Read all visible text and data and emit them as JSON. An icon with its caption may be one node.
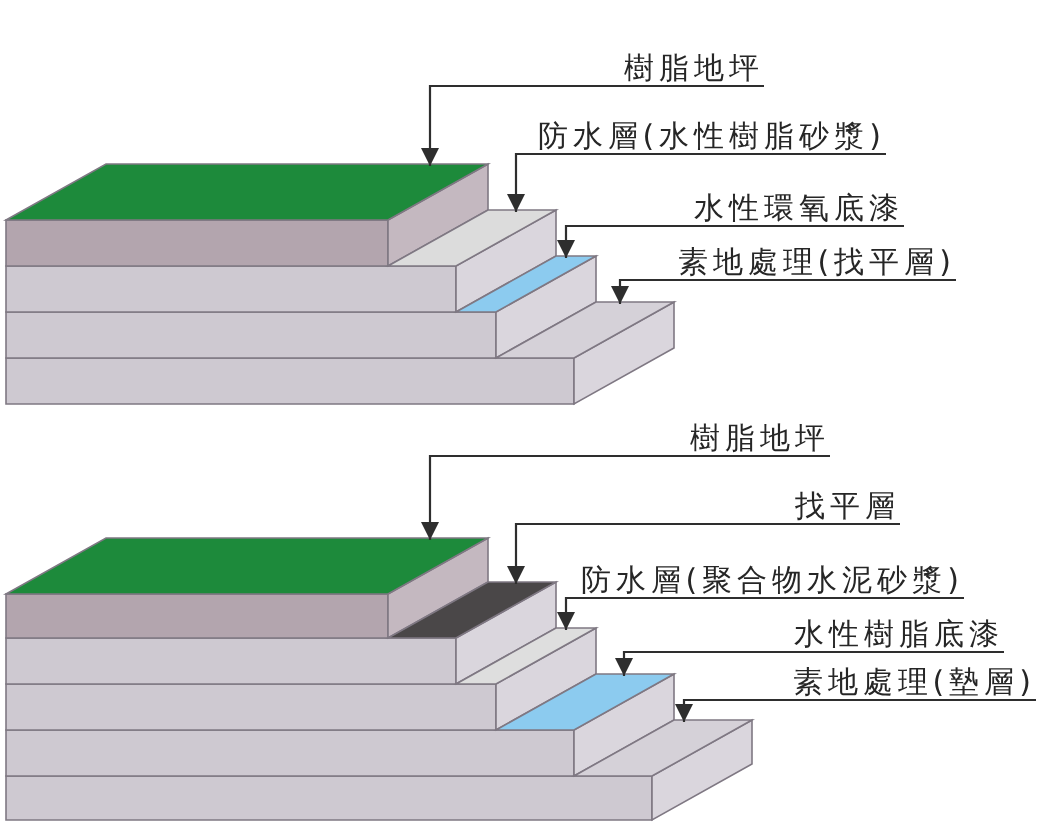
{
  "diagram": {
    "nodes": [
      {
        "text": [
          "樹脂地坪"
        ]
      },
      {
        "text": [
          "防水層(水性樹脂砂漿)"
        ]
      },
      {
        "text": [
          "水性環氧底漆"
        ]
      },
      {
        "text": [
          "素地處理(找平層)"
        ]
      },
      {
        "text": [],
        "shape": "box"
      },
      {
        "text": [],
        "shape": "box"
      },
      {
        "text": [],
        "shape": "box"
      },
      {
        "text": [],
        "shape": "box"
      },
      {
        "text": [
          "樹脂地坪"
        ]
      },
      {
        "text": [
          "找平層"
        ]
      },
      {
        "text": [
          "防水層(聚合物水泥砂漿)"
        ]
      },
      {
        "text": [
          "水性樹脂底漆"
        ]
      },
      {
        "text": [
          "素地處理(墊層)"
        ]
      },
      {
        "text": [],
        "shape": "box"
      },
      {
        "text": [],
        "shape": "box"
      },
      {
        "text": [],
        "shape": "box"
      },
      {
        "text": [],
        "shape": "box"
      },
      {
        "text": [],
        "shape": "box"
      }
    ],
    "edges": [
      {
        "from": 0,
        "to": 4,
        "arrow": "to"
      },
      {
        "from": 1,
        "to": 5,
        "arrow": "to"
      },
      {
        "from": 2,
        "to": 6,
        "arrow": "to"
      },
      {
        "from": 3,
        "to": 7,
        "arrow": "to"
      },
      {
        "from": 8,
        "to": 13,
        "arrow": "to"
      },
      {
        "from": 9,
        "to": 14,
        "arrow": "to"
      },
      {
        "from": 10,
        "to": 15,
        "arrow": "to"
      },
      {
        "from": 11,
        "to": 16,
        "arrow": "to"
      },
      {
        "from": 12,
        "to": 17,
        "arrow": "to"
      }
    ]
  }
}
